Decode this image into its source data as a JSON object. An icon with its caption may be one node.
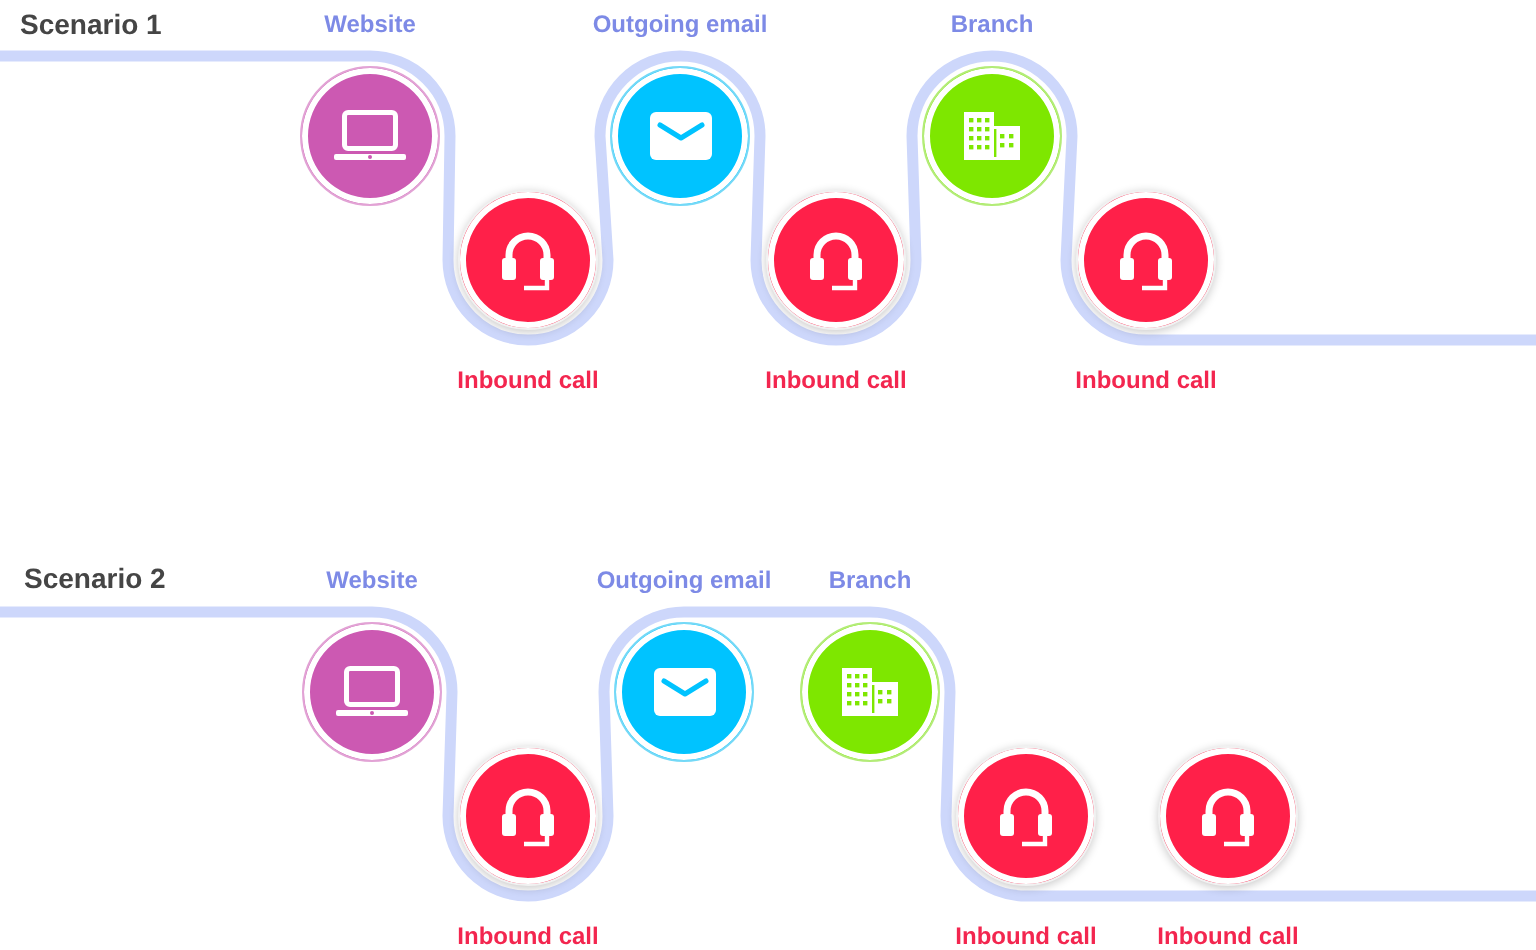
{
  "diagram": {
    "nodes": [
      {
        "text": [],
        "shape": "circle",
        "beside": [
          "Website"
        ]
      },
      {
        "text": [],
        "shape": "circle",
        "beside": [
          "Inbound call"
        ]
      },
      {
        "text": [],
        "shape": "circle",
        "beside": [
          "Outgoing email"
        ]
      },
      {
        "text": [],
        "shape": "circle",
        "beside": [
          "Inbound call"
        ]
      },
      {
        "text": [],
        "shape": "circle",
        "beside": [
          "Branch"
        ]
      },
      {
        "text": [],
        "shape": "circle",
        "beside": [
          "Inbound call"
        ]
      },
      {
        "text": [],
        "shape": "circle",
        "beside": [
          "Website"
        ]
      },
      {
        "text": [],
        "shape": "circle",
        "beside": [
          "Inbound call"
        ]
      },
      {
        "text": [],
        "shape": "circle",
        "beside": [
          "Outgoing email"
        ]
      },
      {
        "text": [],
        "shape": "circle",
        "beside": [
          "Branch"
        ]
      },
      {
        "text": [],
        "shape": "circle",
        "beside": [
          "Inbound call"
        ]
      },
      {
        "text": [],
        "shape": "circle",
        "beside": [
          "Inbound call"
        ]
      }
    ],
    "edges": [
      {
        "from": null,
        "to": 0,
        "arrow": "none"
      },
      {
        "from": 0,
        "to": 1,
        "arrow": "none"
      },
      {
        "from": 1,
        "to": 2,
        "arrow": "none"
      },
      {
        "from": 2,
        "to": 3,
        "arrow": "none"
      },
      {
        "from": 3,
        "to": 4,
        "arrow": "none"
      },
      {
        "from": 4,
        "to": 5,
        "arrow": "none"
      },
      {
        "from": 5,
        "to": null,
        "arrow": "none"
      },
      {
        "from": null,
        "to": 6,
        "arrow": "none"
      },
      {
        "from": 6,
        "to": 7,
        "arrow": "none"
      },
      {
        "from": 7,
        "to": 8,
        "arrow": "none"
      },
      {
        "from": 8,
        "to": 9,
        "arrow": "none"
      },
      {
        "from": 9,
        "to": 10,
        "arrow": "none"
      },
      {
        "from": 10,
        "to": 11,
        "arrow": "none"
      },
      {
        "from": 11,
        "to": null,
        "arrow": "none"
      }
    ],
    "labels": [
      "Scenario 1",
      "Scenario 2"
    ]
  }
}
